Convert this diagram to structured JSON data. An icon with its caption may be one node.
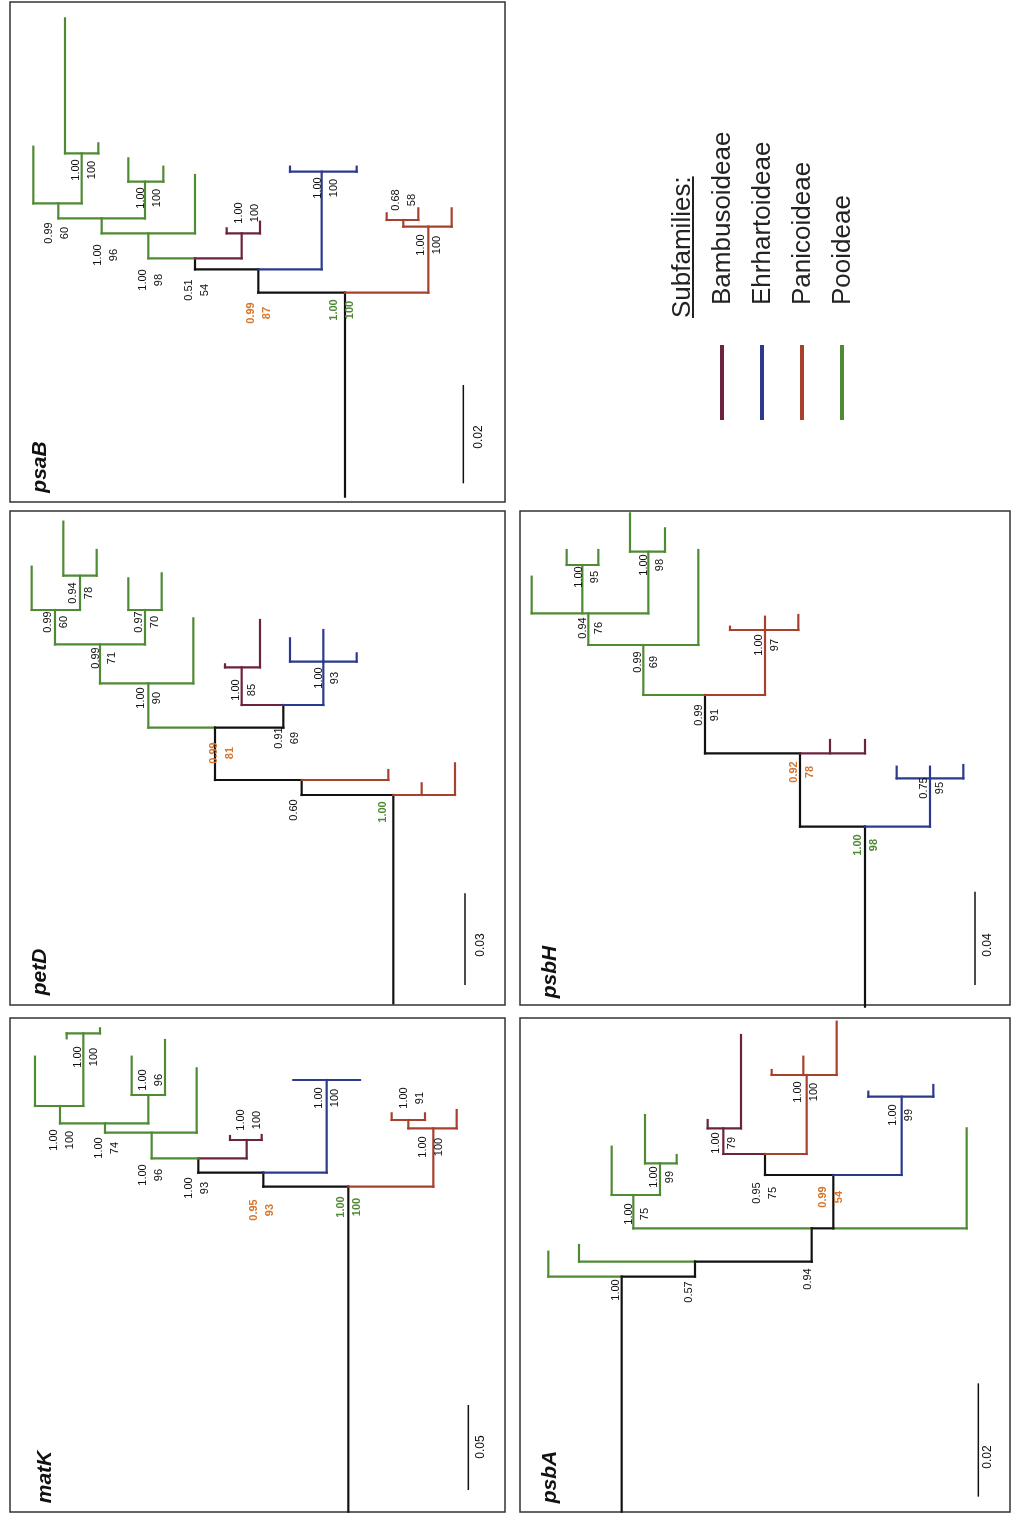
{
  "diagram": {
    "labels": [
      "matK",
      "1.00",
      "100",
      "1.00",
      "96",
      "1.00",
      "100",
      "1.00",
      "74",
      "1.00",
      "96",
      "1.00",
      "93",
      "1.00",
      "100",
      "0.95",
      "93",
      "1.00",
      "100",
      "1.00",
      "100",
      "1.00",
      "91",
      "1.00",
      "100",
      "0.05",
      "petD",
      "0.99",
      "60",
      "0.94",
      "78",
      "0.97",
      "70",
      "0.99",
      "71",
      "1.00",
      "90",
      "1.00",
      "85",
      "1.00",
      "93",
      "0.99",
      "81",
      "0.91",
      "69",
      "0.60",
      "1.00",
      "0.03",
      "psaB",
      "1.00",
      "100",
      "1.00",
      "100",
      "0.99",
      "60",
      "1.00",
      "96",
      "1.00",
      "98",
      "1.00",
      "100",
      "0.51",
      "54",
      "0.99",
      "87",
      "1.00",
      "100",
      "1.00",
      "100",
      "0.68",
      "58",
      "1.00",
      "100",
      "0.02",
      "psbA",
      "1.00",
      "75",
      "1.00",
      "99",
      "1.00",
      "79",
      "1.00",
      "100",
      "1.00",
      "99",
      "0.95",
      "75",
      "0.99",
      "54",
      "1.00",
      "0.57",
      "0.94",
      "0.02",
      "psbH",
      "1.00",
      "95",
      "1.00",
      "98",
      "0.94",
      "76",
      "0.99",
      "69",
      "1.00",
      "97",
      "0.99",
      "91",
      "0.92",
      "78",
      "0.75",
      "95",
      "1.00",
      "98",
      "0.04",
      "Subfamilies:"
    ],
    "legend": [
      {
        "text": "Bambusoideae"
      },
      {
        "text": "Ehrhartoideae"
      },
      {
        "text": "Panicoideae"
      },
      {
        "text": "Pooideae"
      }
    ]
  }
}
